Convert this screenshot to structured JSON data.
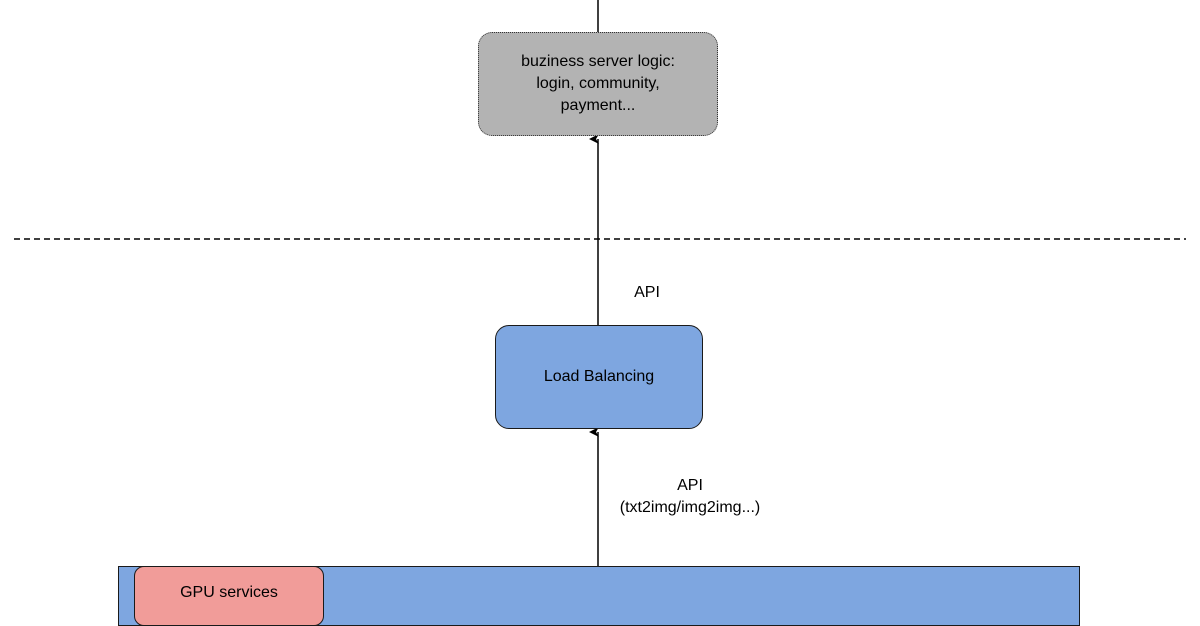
{
  "nodes": {
    "business_logic": {
      "label": "buziness server logic:\nlogin, community,\npayment...",
      "fill": "#b3b3b3",
      "border": "dotted"
    },
    "load_balancing": {
      "label": "Load Balancing",
      "fill": "#7ea6e0"
    },
    "gpu_container": {
      "fill": "#7ea6e0"
    },
    "gpu_services": {
      "label": "GPU services",
      "fill": "#f19c99"
    }
  },
  "edges": {
    "lb_to_business": {
      "label": "API"
    },
    "gpu_to_lb": {
      "label": "API\n(txt2img/img2img...)"
    }
  },
  "separator": {
    "style": "dashed"
  }
}
